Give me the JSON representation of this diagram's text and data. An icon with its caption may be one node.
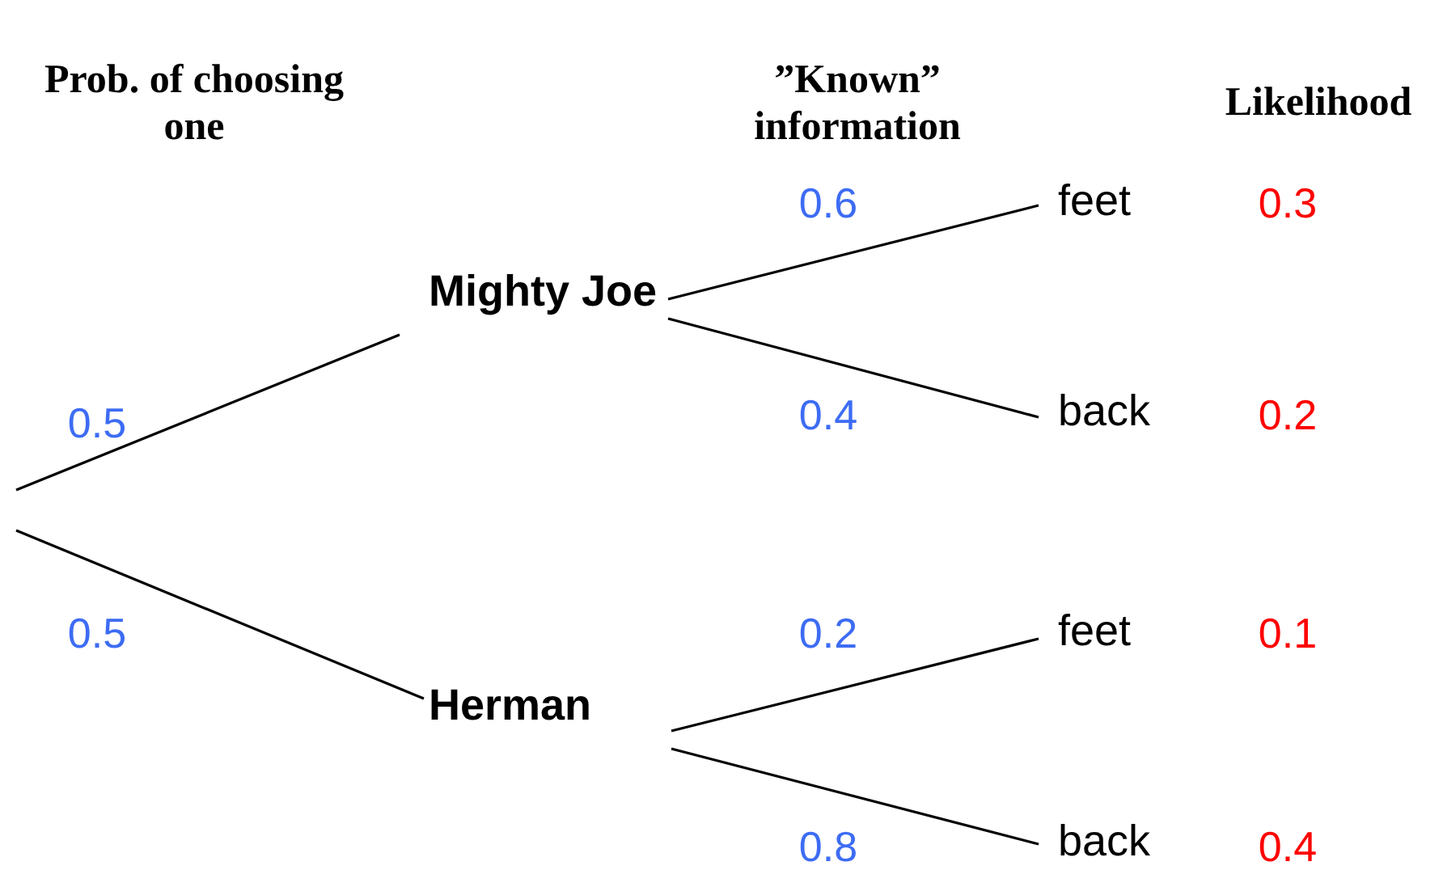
{
  "diagram": {
    "nodes": [
      {
        "text": [
          "Mighty Joe"
        ]
      },
      {
        "text": [
          "Herman"
        ]
      },
      {
        "text": [
          "feet"
        ]
      },
      {
        "text": [
          "back"
        ]
      },
      {
        "text": [
          "feet"
        ]
      },
      {
        "text": [
          "back"
        ]
      }
    ],
    "edges": [
      {
        "from": null,
        "to": 0,
        "arrow": "none",
        "label": "0.5"
      },
      {
        "from": null,
        "to": 1,
        "arrow": "none",
        "label": "0.5"
      },
      {
        "from": 0,
        "to": 2,
        "arrow": "none",
        "label": "0.6"
      },
      {
        "from": 0,
        "to": 3,
        "arrow": "none",
        "label": "0.4"
      },
      {
        "from": 1,
        "to": 4,
        "arrow": "none",
        "label": "0.2"
      },
      {
        "from": 1,
        "to": 5,
        "arrow": "none",
        "label": "0.8"
      }
    ],
    "labels": [
      "Prob. of choosing one",
      "”Known” information",
      "Likelihood",
      "0.3",
      "0.2",
      "0.1",
      "0.4"
    ]
  }
}
